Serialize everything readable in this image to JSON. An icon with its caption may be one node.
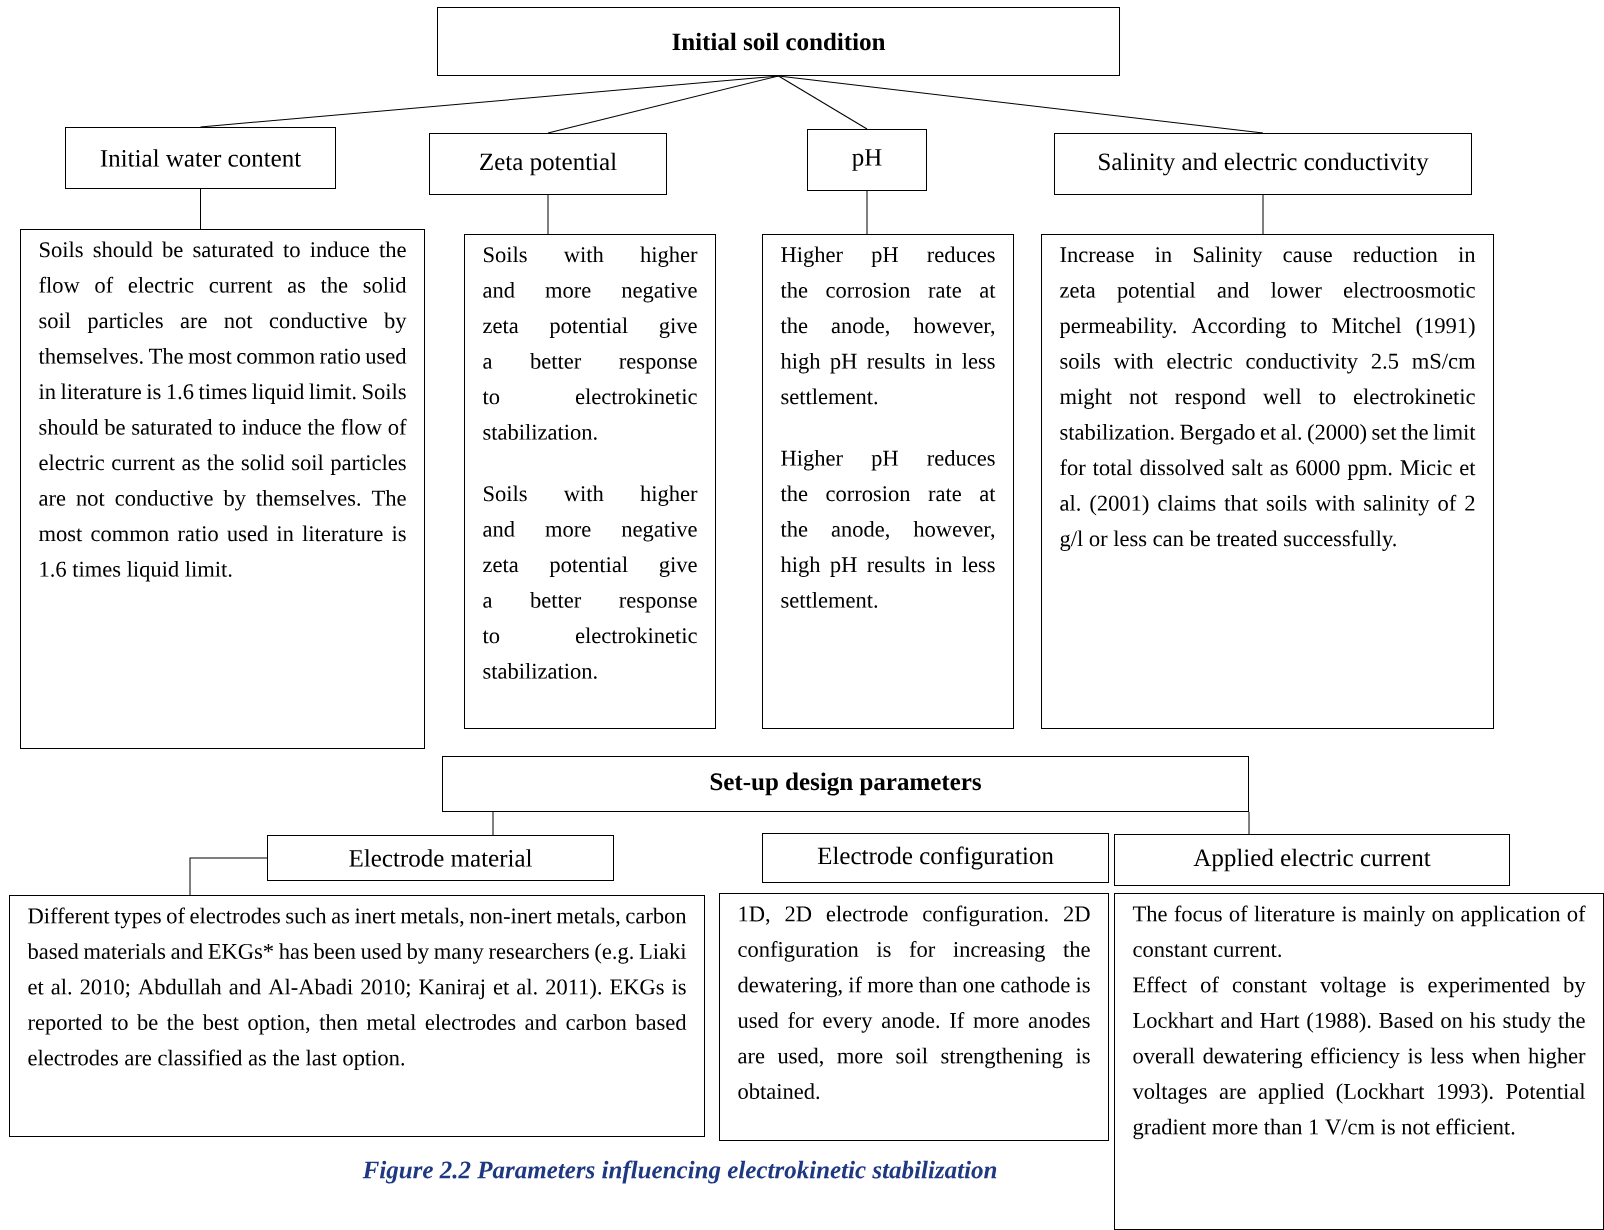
{
  "diagram": {
    "caption": "Figure 2.2 Parameters influencing electrokinetic stabilization",
    "nodes": [
      {
        "text": [
          "Initial soil condition"
        ]
      },
      {
        "text": [
          "Initial water content"
        ]
      },
      {
        "text": [
          "Zeta potential"
        ]
      },
      {
        "text": [
          "pH"
        ]
      },
      {
        "text": [
          "Salinity and electric conductivity"
        ]
      },
      {
        "text": [
          "Soils should be saturated to induce the flow of electric current as the solid soil particles are not conductive by themselves. The most common ratio used in literature is 1.6 times liquid limit. Soils should be saturated to induce the flow of electric current as the solid soil particles are not conductive by themselves. The most common ratio used in literature is 1.6 times liquid limit."
        ]
      },
      {
        "text": [
          "Soils with higher and more negative zeta potential give a better response to electrokinetic stabilization.",
          "Soils with higher and more negative zeta potential give a better response to electrokinetic stabilization."
        ]
      },
      {
        "text": [
          "Higher pH reduces the corrosion rate at the anode, however, high pH results in less settlement.",
          "Higher pH reduces the corrosion rate at the anode, however, high pH results in less settlement."
        ]
      },
      {
        "text": [
          "Increase in Salinity cause reduction in zeta potential and lower electroosmotic permeability. According to Mitchel (1991) soils with electric conductivity 2.5 mS/cm might not respond well to electrokinetic stabilization. Bergado et al. (2000) set the limit for total dissolved salt as 6000 ppm. Micic et al. (2001) claims that soils with salinity of 2 g/l or less can be treated successfully."
        ]
      },
      {
        "text": [
          "Set-up design parameters"
        ]
      },
      {
        "text": [
          "Electrode material"
        ]
      },
      {
        "text": [
          "Electrode configuration"
        ]
      },
      {
        "text": [
          "Applied electric current"
        ]
      },
      {
        "text": [
          "Different types of electrodes such as inert metals, non-inert metals, carbon based materials and EKGs* has been used by many researchers (e.g. Liaki et al. 2010; Abdullah and Al-Abadi 2010; Kaniraj et al. 2011). EKGs is reported to be the best option, then metal electrodes and carbon based electrodes are classified as the last option."
        ]
      },
      {
        "text": [
          "1D, 2D electrode configuration. 2D configuration is for increasing the dewatering, if more than one cathode is used for every anode. If more anodes are used, more soil strengthening is obtained."
        ]
      },
      {
        "text": [
          "The focus of literature is mainly on application of constant current.",
          "Effect of constant voltage is experimented by Lockhart and Hart (1988). Based on his study the overall dewatering efficiency is less when higher voltages are applied (Lockhart 1993). Potential gradient more than 1 V/cm is not efficient."
        ]
      }
    ],
    "edges": [
      {
        "from": 0,
        "to": 1,
        "arrow": "none"
      },
      {
        "from": 0,
        "to": 2,
        "arrow": "none"
      },
      {
        "from": 0,
        "to": 3,
        "arrow": "none"
      },
      {
        "from": 0,
        "to": 4,
        "arrow": "none"
      },
      {
        "from": 1,
        "to": 5,
        "arrow": "none"
      },
      {
        "from": 2,
        "to": 6,
        "arrow": "none"
      },
      {
        "from": 3,
        "to": 7,
        "arrow": "none"
      },
      {
        "from": 4,
        "to": 8,
        "arrow": "none"
      },
      {
        "from": 9,
        "to": 10,
        "arrow": "none"
      },
      {
        "from": 9,
        "to": 12,
        "arrow": "none"
      },
      {
        "from": 10,
        "to": 13,
        "arrow": "none"
      }
    ]
  }
}
